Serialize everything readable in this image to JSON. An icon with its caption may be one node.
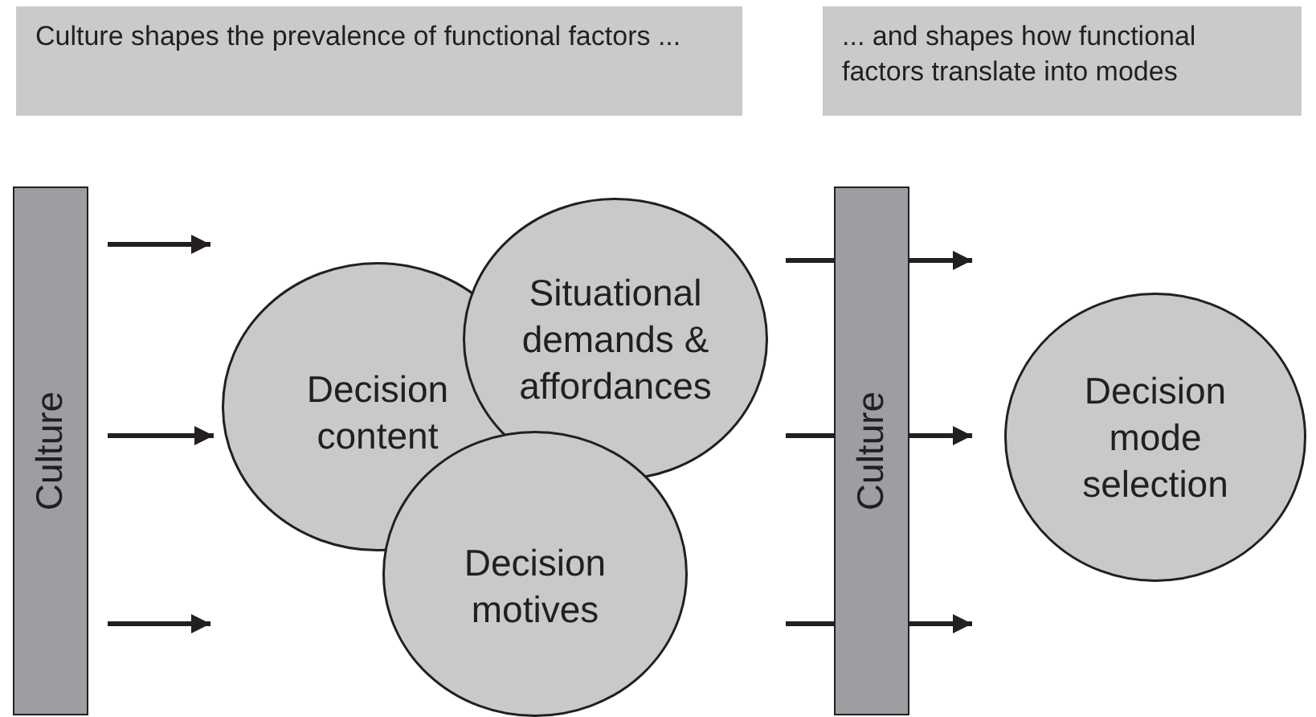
{
  "diagram": {
    "nodes": [
      {
        "text": [
          "Culture shapes the prevalence of functional factors ..."
        ]
      },
      {
        "text": [
          "... and shapes how functional factors translate into modes"
        ]
      },
      {
        "text": [
          "Culture"
        ]
      },
      {
        "text": [
          "Decision content"
        ]
      },
      {
        "text": [
          "Situational demands & affordances"
        ]
      },
      {
        "text": [
          "Decision motives"
        ]
      },
      {
        "text": [
          "Culture"
        ]
      },
      {
        "text": [
          "Decision mode selection"
        ]
      }
    ],
    "edges": [
      {
        "from": 2,
        "to": null,
        "arrow": "to"
      },
      {
        "from": 2,
        "to": 3,
        "arrow": "to"
      },
      {
        "from": 2,
        "to": null,
        "arrow": "to"
      },
      {
        "from": null,
        "to": 6,
        "arrow": "none"
      },
      {
        "from": 6,
        "to": null,
        "arrow": "to"
      },
      {
        "from": null,
        "to": 6,
        "arrow": "none"
      },
      {
        "from": 6,
        "to": 7,
        "arrow": "to"
      },
      {
        "from": null,
        "to": 6,
        "arrow": "none"
      },
      {
        "from": 6,
        "to": null,
        "arrow": "to"
      }
    ]
  }
}
